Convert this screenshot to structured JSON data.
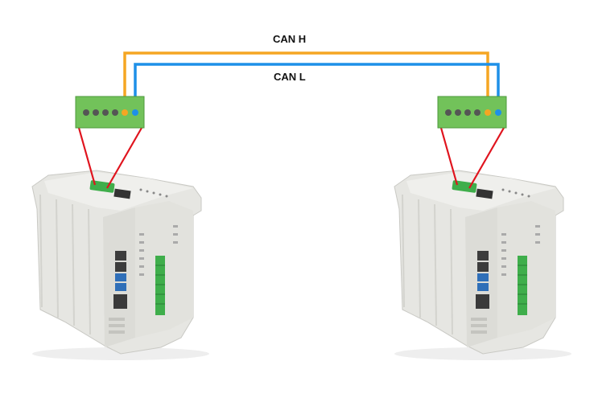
{
  "labels": {
    "can_high": "CAN H",
    "can_low": "CAN L"
  },
  "colors": {
    "can_high_wire": "#f5a623",
    "can_low_wire": "#1e90e8",
    "connector_wire": "#e0141e",
    "terminal_block": "#72c25a",
    "terminal_block_edge": "#4e9a3c",
    "terminal_pin": "#555555",
    "plc_housing": "#e6e6e2",
    "plc_shadow": "#c9c9c4",
    "plc_terminals": "#3fae4b",
    "port_blue": "#2f6fb8"
  },
  "nodes": [
    {
      "name": "plc-left",
      "icon": "plc-controller-icon"
    },
    {
      "name": "plc-right",
      "icon": "plc-controller-icon"
    }
  ]
}
